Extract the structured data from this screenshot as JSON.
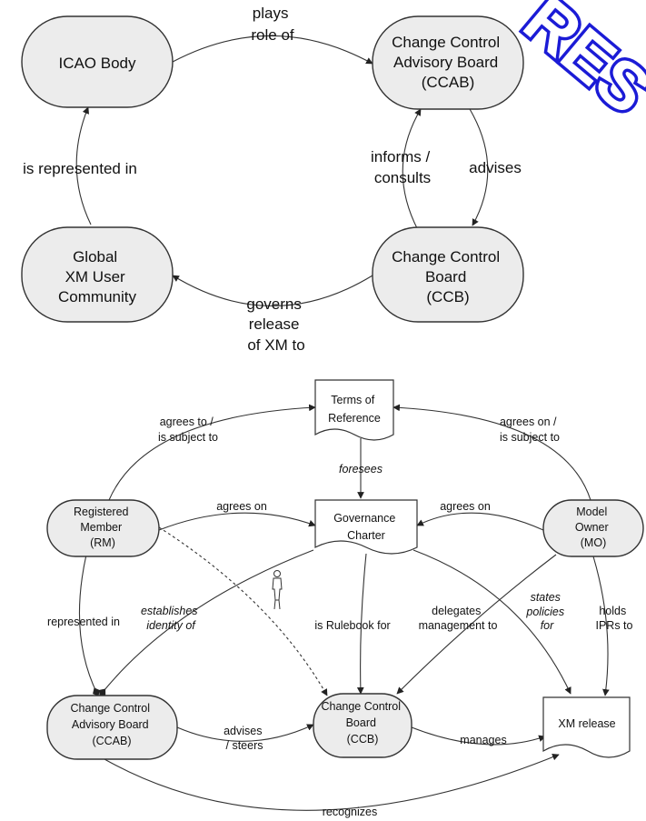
{
  "watermark": "RES",
  "top": {
    "nodes": {
      "icao": [
        "ICAO Body"
      ],
      "ccab": [
        "Change Control",
        "Advisory Board",
        "(CCAB)"
      ],
      "global": [
        "Global",
        "XM User",
        "Community"
      ],
      "ccb": [
        "Change Control",
        "Board",
        "(CCB)"
      ]
    },
    "edges": {
      "plays_role": [
        "plays",
        "role of"
      ],
      "represented_in": [
        "is represented in"
      ],
      "informs": [
        "informs /",
        "consults"
      ],
      "advises": [
        "advises"
      ],
      "governs": [
        "governs",
        "release",
        "of XM to"
      ]
    }
  },
  "bottom": {
    "nodes": {
      "tor": [
        "Terms of",
        "Reference"
      ],
      "charter": [
        "Governance",
        "Charter"
      ],
      "rm": [
        "Registered",
        "Member",
        "(RM)"
      ],
      "mo": [
        "Model",
        "Owner",
        "(MO)"
      ],
      "ccab": [
        "Change Control",
        "Advisory Board",
        "(CCAB)"
      ],
      "ccb": [
        "Change Control",
        "Board",
        "(CCB)"
      ],
      "xm": [
        "XM release"
      ]
    },
    "edges": {
      "rm_tor": [
        "agrees to /",
        "is subject to"
      ],
      "mo_tor": [
        "agrees on /",
        "is subject to"
      ],
      "foresees": [
        "foresees"
      ],
      "rm_charter": [
        "agrees on"
      ],
      "mo_charter": [
        "agrees on"
      ],
      "rm_ccab": [
        "represented in"
      ],
      "establishes": [
        "establishes",
        "identity of"
      ],
      "rulebook": [
        "is Rulebook for"
      ],
      "delegates": [
        "delegates",
        "management to"
      ],
      "states": [
        "states",
        "policies",
        "for"
      ],
      "holds": [
        "holds",
        "IPRs to"
      ],
      "advises_steers": [
        "advises",
        "/ steers"
      ],
      "manages": [
        "manages"
      ],
      "recognizes": [
        "recognizes"
      ]
    }
  }
}
